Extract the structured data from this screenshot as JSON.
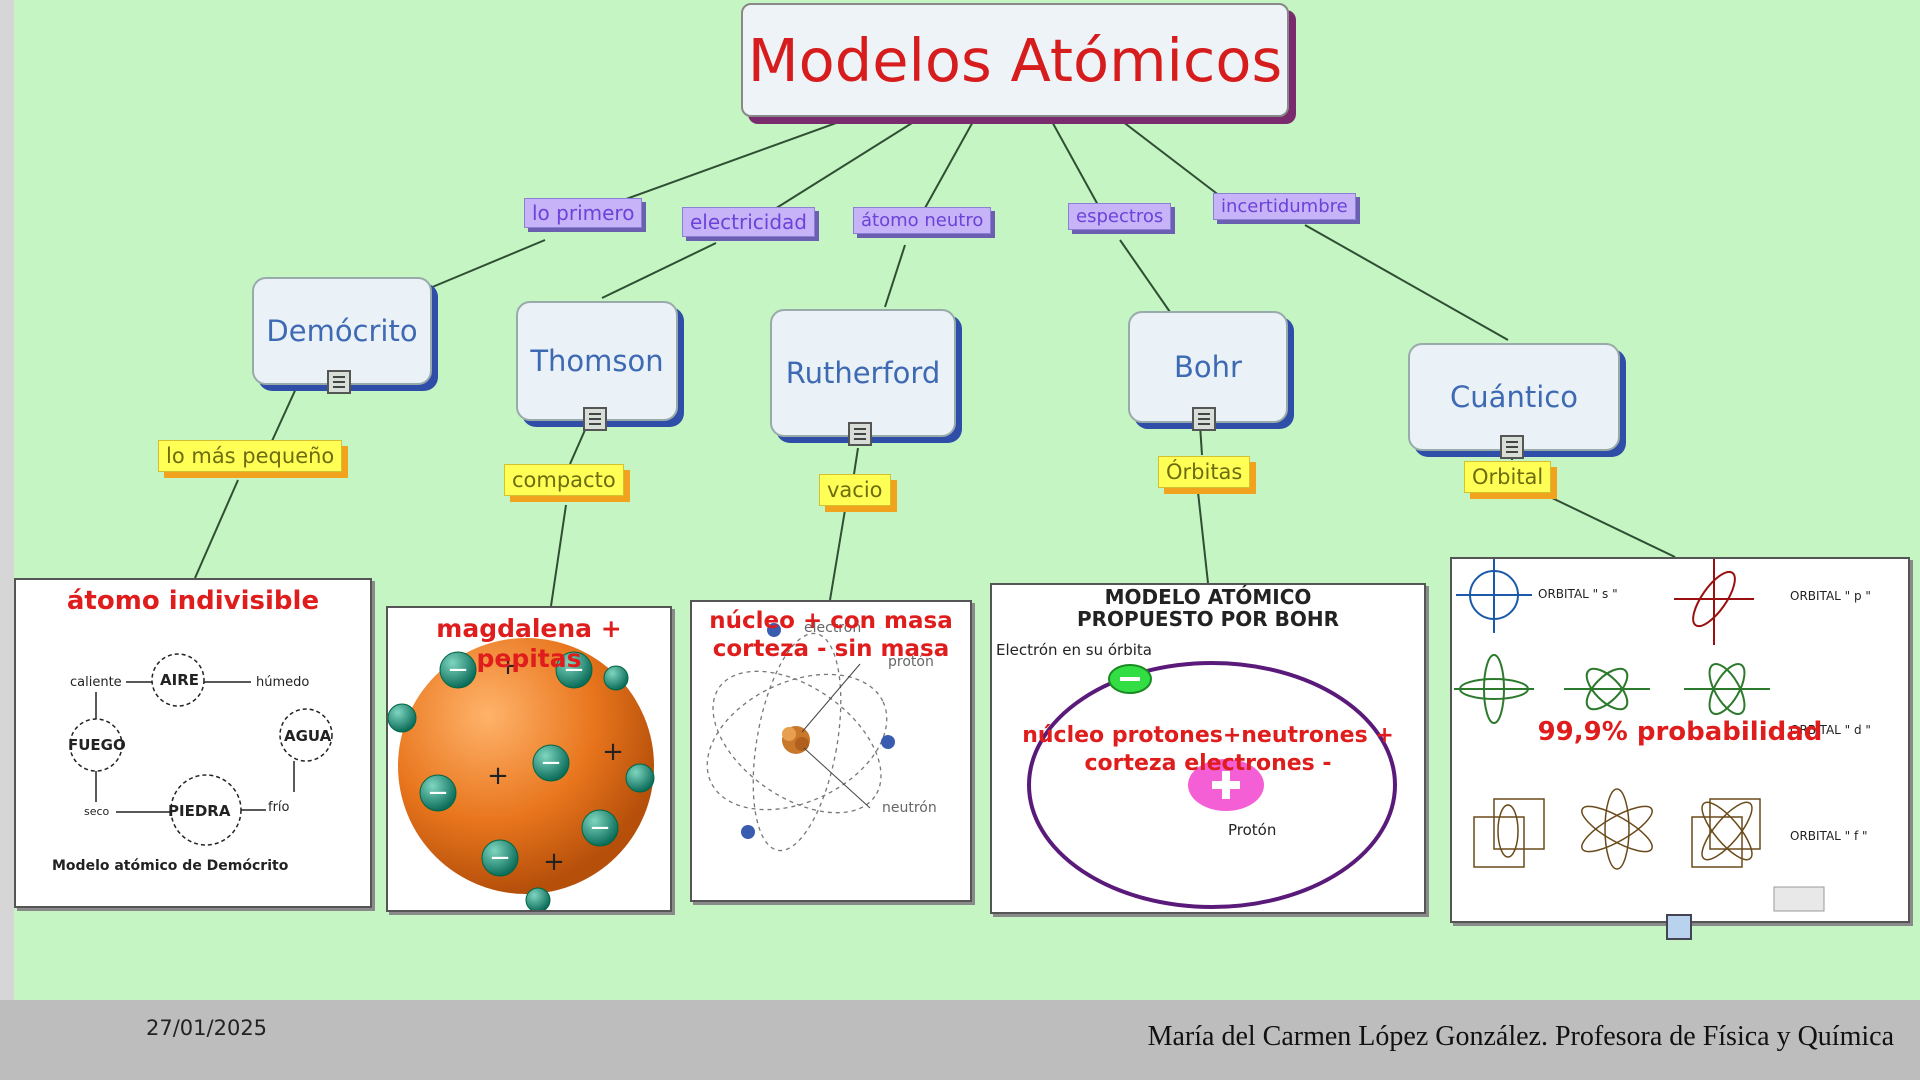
{
  "title": "Modelos Atómicos",
  "links": [
    "lo primero",
    "electricidad",
    "átomo neutro",
    "espectros",
    "incertidumbre"
  ],
  "models": [
    {
      "name": "Demócrito",
      "descriptor": "lo más pequeño",
      "caption": "átomo indivisible"
    },
    {
      "name": "Thomson",
      "descriptor": "compacto",
      "caption": "magdalena + pepitas"
    },
    {
      "name": "Rutherford",
      "descriptor": "vacio",
      "caption_line1": "núcleo + con masa",
      "caption_line2": "corteza  - sin masa"
    },
    {
      "name": "Bohr",
      "descriptor": "Órbitas",
      "caption_line1": "núcleo protones+neutrones +",
      "caption_line2": "corteza electrones  -"
    },
    {
      "name": "Cuántico",
      "descriptor": "Orbital",
      "caption": "99,9% probabilidad"
    }
  ],
  "democrito_img": {
    "aire": "AIRE",
    "fuego": "FUEGO",
    "agua": "AGUA",
    "piedra": "PIEDRA",
    "caliente": "caliente",
    "humedo": "húmedo",
    "seco": "seco",
    "frio": "frío",
    "caption": "Modelo atómico de Demócrito"
  },
  "rutherford_img": {
    "electron": "electrón",
    "proton": "protón",
    "neutron": "neutrón"
  },
  "bohr_img": {
    "title_line1": "MODELO ATÓMICO",
    "title_line2": "PROPUESTO POR BOHR",
    "electron_orbit": "Electrón en su órbita",
    "proton": "Protón"
  },
  "cuantico_img": {
    "orbital_s": "ORBITAL \" s \"",
    "orbital_p": "ORBITAL \" p \"",
    "orbital_d": "ORBITAL \" d \"",
    "orbital_f": "ORBITAL \" f \""
  },
  "footer": {
    "date": "27/01/2025",
    "author": "María del Carmen López González. Profesora de Física y Química"
  },
  "colors": {
    "background": "#c5f5c2",
    "title_text": "#d61c1c",
    "node_text": "#3e6ab3",
    "node_shadow": "#2f4ea8",
    "link_label_bg": "#c7b3f7",
    "descriptor_bg": "#ffff55",
    "caption_red": "#df1d1d"
  }
}
